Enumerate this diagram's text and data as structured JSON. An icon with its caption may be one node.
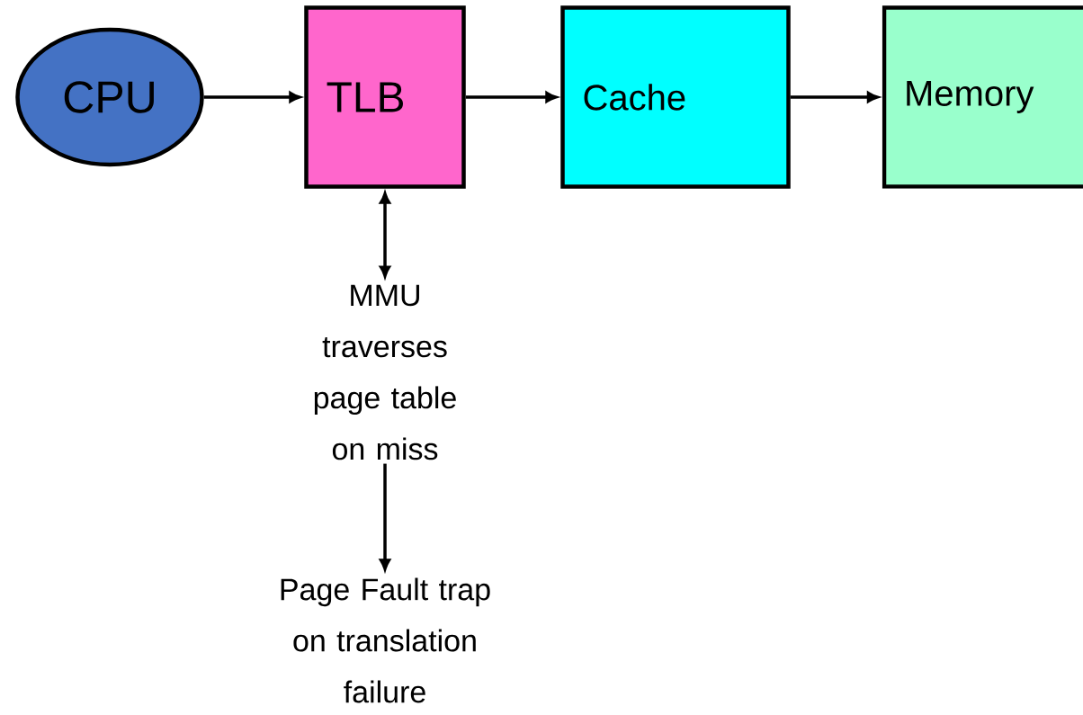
{
  "diagram": {
    "nodes": [
      {
        "text": [
          "CPU"
        ]
      },
      {
        "text": [
          "TLB"
        ]
      },
      {
        "text": [
          "Cache"
        ]
      },
      {
        "text": [
          "Memory"
        ]
      },
      {
        "text": [
          "MMU traverses page table on miss"
        ]
      },
      {
        "text": [
          "Page Fault trap on translation failure"
        ]
      }
    ],
    "edges": [
      {
        "from": 0,
        "to": 1,
        "arrow": "to"
      },
      {
        "from": 1,
        "to": 2,
        "arrow": "to"
      },
      {
        "from": 2,
        "to": 3,
        "arrow": "to"
      },
      {
        "from": 1,
        "to": 4,
        "arrow": "both"
      },
      {
        "from": 4,
        "to": 5,
        "arrow": "to"
      }
    ]
  }
}
